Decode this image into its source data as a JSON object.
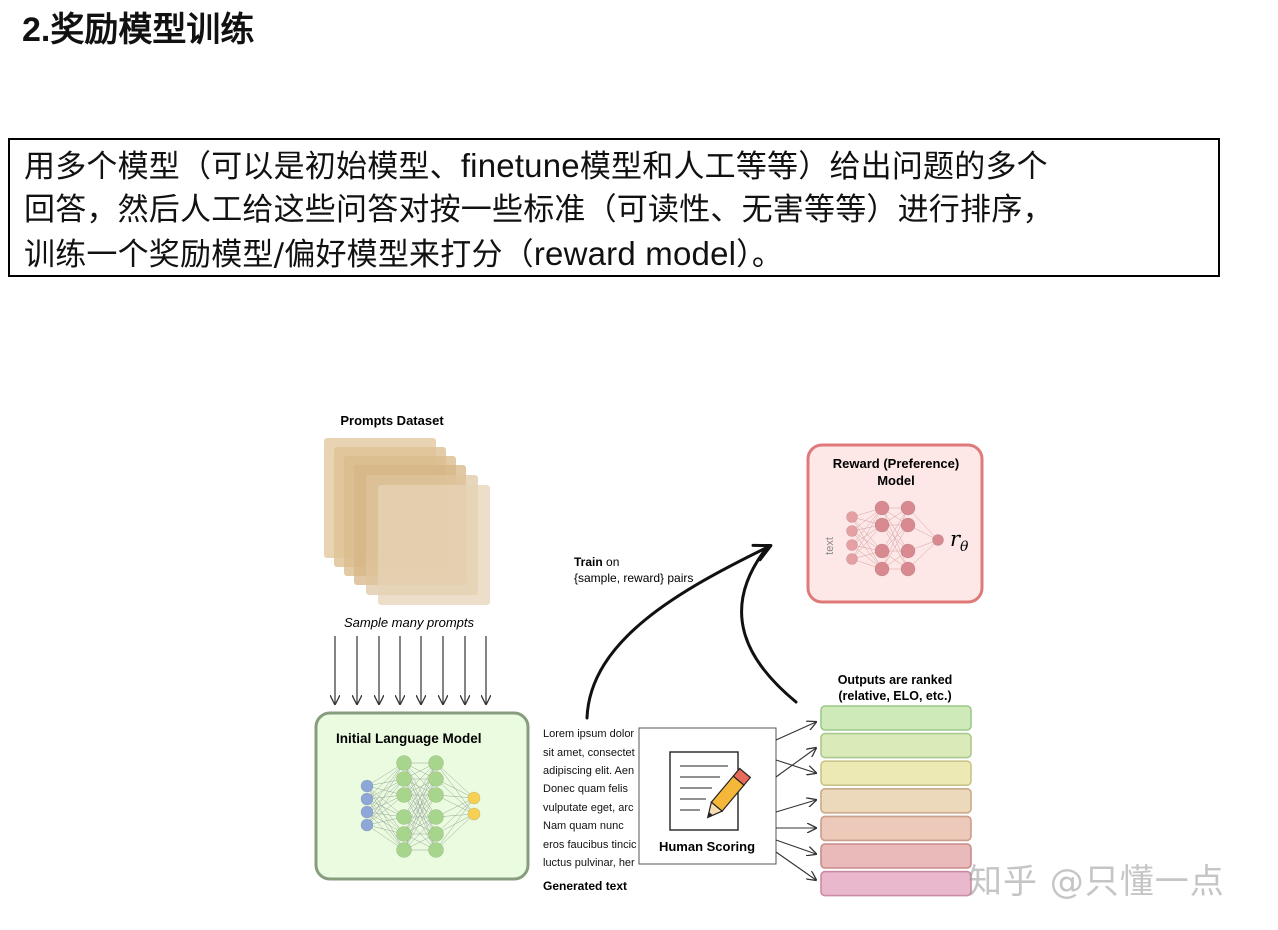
{
  "heading": {
    "number": "2.",
    "title": "奖励模型训练"
  },
  "description": {
    "line1_a": "用多个模型（可以是初始模型、",
    "line1_b": "finetune",
    "line1_c": "模型和人工等等）给出问题的多个",
    "line2": "回答，然后人工给这些问答对按一些标准（可读性、无害等等）进行排序，",
    "line3_a": "训练一个奖励模型/偏好模型来打分（",
    "line3_b": "reward model",
    "line3_c": "）。"
  },
  "diagram": {
    "prompts_dataset_label": "Prompts Dataset",
    "sample_label": "Sample many prompts",
    "initial_lm_label": "Initial Language Model",
    "generated_text_lines": [
      "Lorem ipsum dolor",
      "sit amet, consectet",
      "adipiscing elit. Aen",
      "Donec quam felis",
      "vulputate eget, arc",
      "Nam quam nunc",
      "eros faucibus tincic",
      "luctus pulvinar, her"
    ],
    "generated_text_label": "Generated text",
    "human_scoring_label": "Human Scoring",
    "train_bold": "Train",
    "train_rest": " on",
    "train_line2": "{sample, reward} pairs",
    "reward_model_line1": "Reward (Preference)",
    "reward_model_line2": "Model",
    "reward_input_label": "text",
    "reward_output_symbol": "r",
    "reward_output_subscript": "θ",
    "outputs_ranked_line1": "Outputs are ranked",
    "outputs_ranked_line2": "(relative, ELO, etc.)",
    "rank_colors": [
      "#cfeab9",
      "#dbeab9",
      "#ede9b4",
      "#ecd8bb",
      "#ecc9b8",
      "#eab9b9",
      "#eab8cc"
    ],
    "rank_borders": [
      "#9cc98a",
      "#aac98a",
      "#c9c488",
      "#c9ab8a",
      "#c99e8a",
      "#c98a8a",
      "#c98aa4"
    ]
  },
  "watermark": "知乎 @只懂一点"
}
